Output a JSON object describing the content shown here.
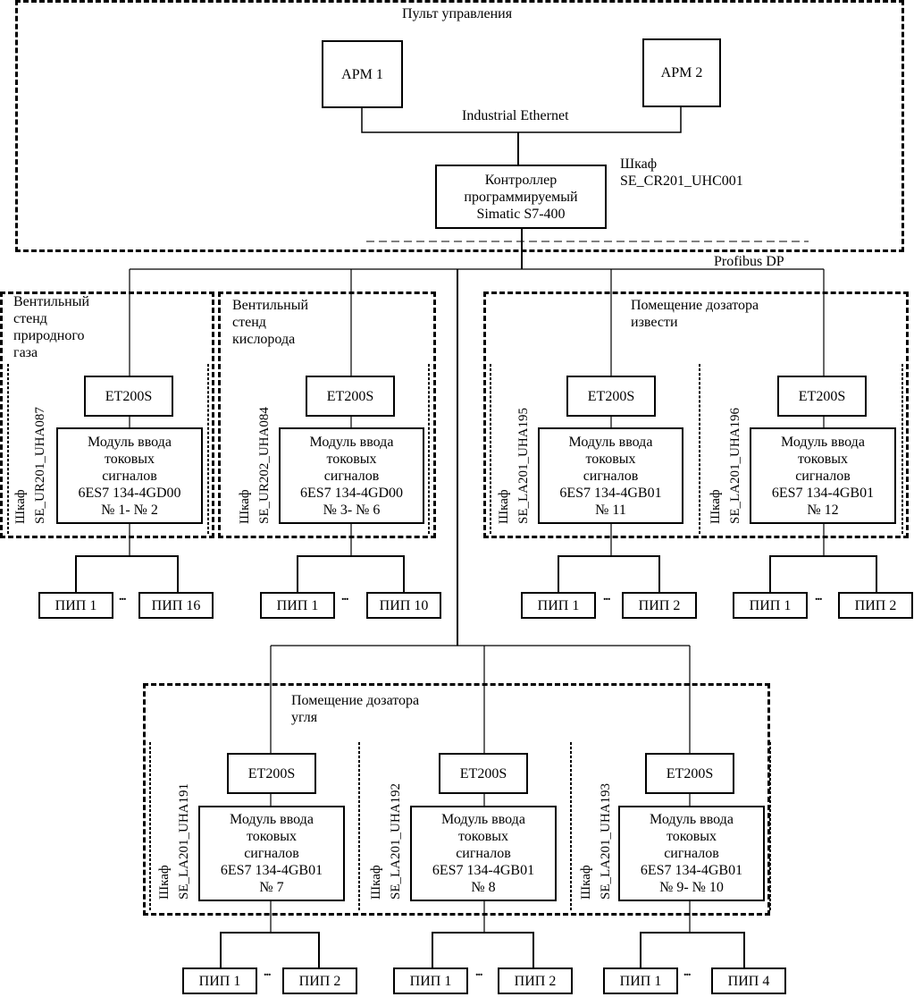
{
  "title_zone": "Пульт управления",
  "arm1": "АРМ 1",
  "arm2": "АРМ 2",
  "network_top": "Industrial Ethernet",
  "controller": "Контроллер\nпрограммируемый\nSimatic S7-400",
  "controller_cabinet": "Шкаф\nSE_CR201_UHC001",
  "network_field": "Profibus DP",
  "zones": {
    "natural_gas": "Вентильный\nстенд\nприродного\nгаза",
    "oxygen": "Вентильный\nстенд\nкислорода",
    "lime": "Помещение дозатора\nизвести",
    "coal": "Помещение дозатора\nугля"
  },
  "et_label": "ET200S",
  "stations": [
    {
      "cabinet": "Шкаф\nSE_UR201_UHA087",
      "module": "Модуль ввода\nтоковых\nсигналов\n6ES7 134-4GD00\n№ 1- № 2",
      "sensor_first": "ПИП 1",
      "sensor_last": "ПИП 16"
    },
    {
      "cabinet": "Шкаф\nSE_UR202_UHA084",
      "module": "Модуль ввода\nтоковых\nсигналов\n6ES7 134-4GD00\n№ 3- № 6",
      "sensor_first": "ПИП 1",
      "sensor_last": "ПИП 10"
    },
    {
      "cabinet": "Шкаф\nSE_LA201_UHA195",
      "module": "Модуль ввода\nтоковых\nсигналов\n6ES7 134-4GB01\n№ 11",
      "sensor_first": "ПИП 1",
      "sensor_last": "ПИП 2"
    },
    {
      "cabinet": "Шкаф\nSE_LA201_UHA196",
      "module": "Модуль ввода\nтоковых\nсигналов\n6ES7 134-4GB01\n№ 12",
      "sensor_first": "ПИП 1",
      "sensor_last": "ПИП 2"
    },
    {
      "cabinet": "Шкаф\nSE_LA201_UHA191",
      "module": "Модуль ввода\nтоковых\nсигналов\n6ES7 134-4GB01\n№ 7",
      "sensor_first": "ПИП 1",
      "sensor_last": "ПИП 2"
    },
    {
      "cabinet": "Шкаф\nSE_LA201_UHA192",
      "module": "Модуль ввода\nтоковых\nсигналов\n6ES7 134-4GB01\n№ 8",
      "sensor_first": "ПИП 1",
      "sensor_last": "ПИП 2"
    },
    {
      "cabinet": "Шкаф\nSE_LA201_UHA193",
      "module": "Модуль ввода\nтоковых\nсигналов\n6ES7 134-4GB01\n№ 9- № 10",
      "sensor_first": "ПИП 1",
      "sensor_last": "ПИП 4"
    }
  ],
  "ellipsis": "..."
}
